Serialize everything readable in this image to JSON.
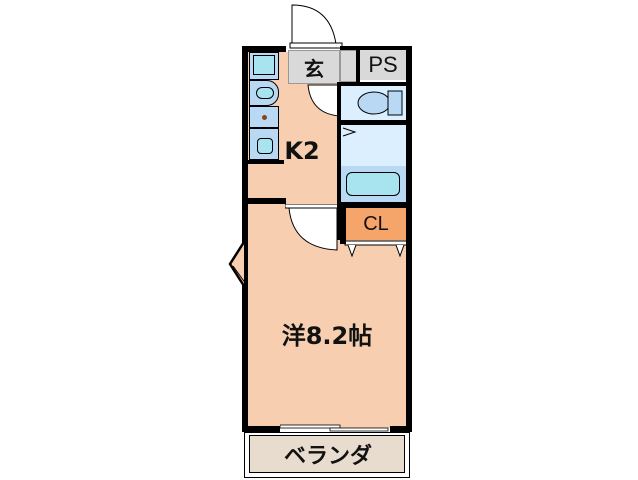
{
  "floorplan": {
    "rooms": {
      "entrance": {
        "label": "玄",
        "color": "#d9d9d9"
      },
      "ps": {
        "label": "PS",
        "color": "#d9d9d9"
      },
      "kitchen": {
        "label": "K2",
        "color": "#f7cfb0"
      },
      "western_room": {
        "label": "洋8.2帖",
        "color": "#f7cfb0"
      },
      "closet": {
        "label": "CL",
        "color": "#f5a46a"
      },
      "toilet": {
        "label": "",
        "color": "#dcefff"
      },
      "bathroom": {
        "label": "",
        "color": "#dcefff"
      },
      "balcony": {
        "label": "ベランダ",
        "color": "#e8dccf"
      }
    },
    "fixture_colors": {
      "fixture_fill": "#a8e4f0",
      "fixture_bg": "#b8d8f4",
      "wall": "#000000"
    }
  }
}
